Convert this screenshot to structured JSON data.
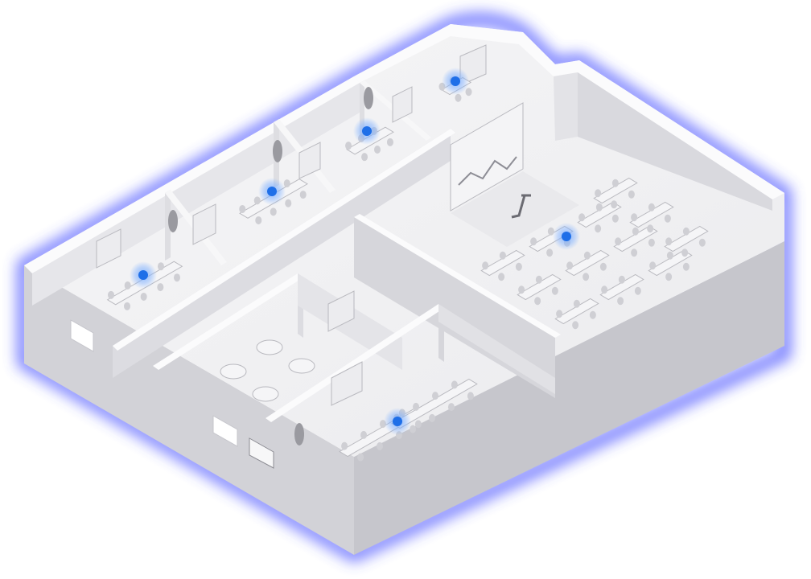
{
  "colors": {
    "background": "#ffffff",
    "glow": "#3d46ff",
    "floor": "#f1f1f3",
    "wall_top": "#fbfbfc",
    "wall_side": "#dedee2",
    "wall_front": "#cfcfd4",
    "furniture": "#e2e2e6",
    "furniture_edge": "#b9b9bf",
    "screen": "#ececef",
    "marker_core": "#1f6fe8",
    "marker_ring": "#7fb0ff"
  },
  "rooms": [
    {
      "id": "boardroom-a",
      "type": "meeting-room",
      "has_display": true,
      "seats": 8
    },
    {
      "id": "boardroom-b",
      "type": "meeting-room",
      "has_display": true,
      "seats": 8
    },
    {
      "id": "huddle-room",
      "type": "meeting-room",
      "has_display": true,
      "seats": 6
    },
    {
      "id": "focus-room",
      "type": "meeting-room",
      "has_display": true,
      "seats": 4
    },
    {
      "id": "training-room",
      "type": "classroom",
      "has_display": true,
      "seats": 36
    },
    {
      "id": "cafe-area",
      "type": "open-space",
      "has_display": true,
      "seats": 16
    },
    {
      "id": "project-room",
      "type": "meeting-room",
      "has_display": true,
      "seats": 12
    }
  ],
  "markers": [
    {
      "room": "boardroom-a",
      "icon": "room-sensor-icon"
    },
    {
      "room": "boardroom-b",
      "icon": "room-sensor-icon"
    },
    {
      "room": "huddle-room",
      "icon": "room-sensor-icon"
    },
    {
      "room": "focus-room",
      "icon": "room-sensor-icon"
    },
    {
      "room": "training-room",
      "icon": "room-sensor-icon"
    },
    {
      "room": "project-room",
      "icon": "room-sensor-icon"
    }
  ]
}
